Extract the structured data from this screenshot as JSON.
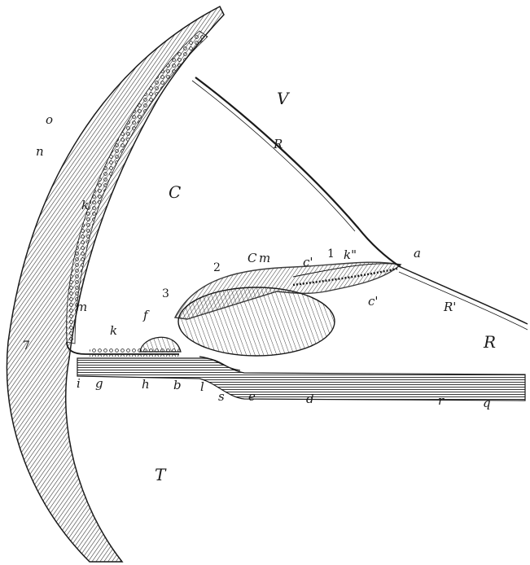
{
  "figure": {
    "labels": {
      "V": "V",
      "R": "R",
      "C": "C",
      "T": "T",
      "a": "a",
      "o": "o",
      "n": "n",
      "k_prime": "k'",
      "m_left": "m",
      "i": "i",
      "g": "g",
      "k": "k",
      "h": "h",
      "b": "b",
      "f": "f",
      "l": "l",
      "s": "s",
      "e": "e",
      "d": "d",
      "r": "r",
      "q": "q",
      "R_prime": "R'",
      "R_right": "R",
      "c_prime": "c'",
      "c_prime_lower": "c'",
      "k_double": "k\"",
      "Cm": "C",
      "m_upper": "m",
      "n1": "1",
      "n2": "2",
      "n3": "3",
      "n7": "7"
    },
    "colors": {
      "ink": "#1a1a1a",
      "paper": "#ffffff"
    }
  }
}
